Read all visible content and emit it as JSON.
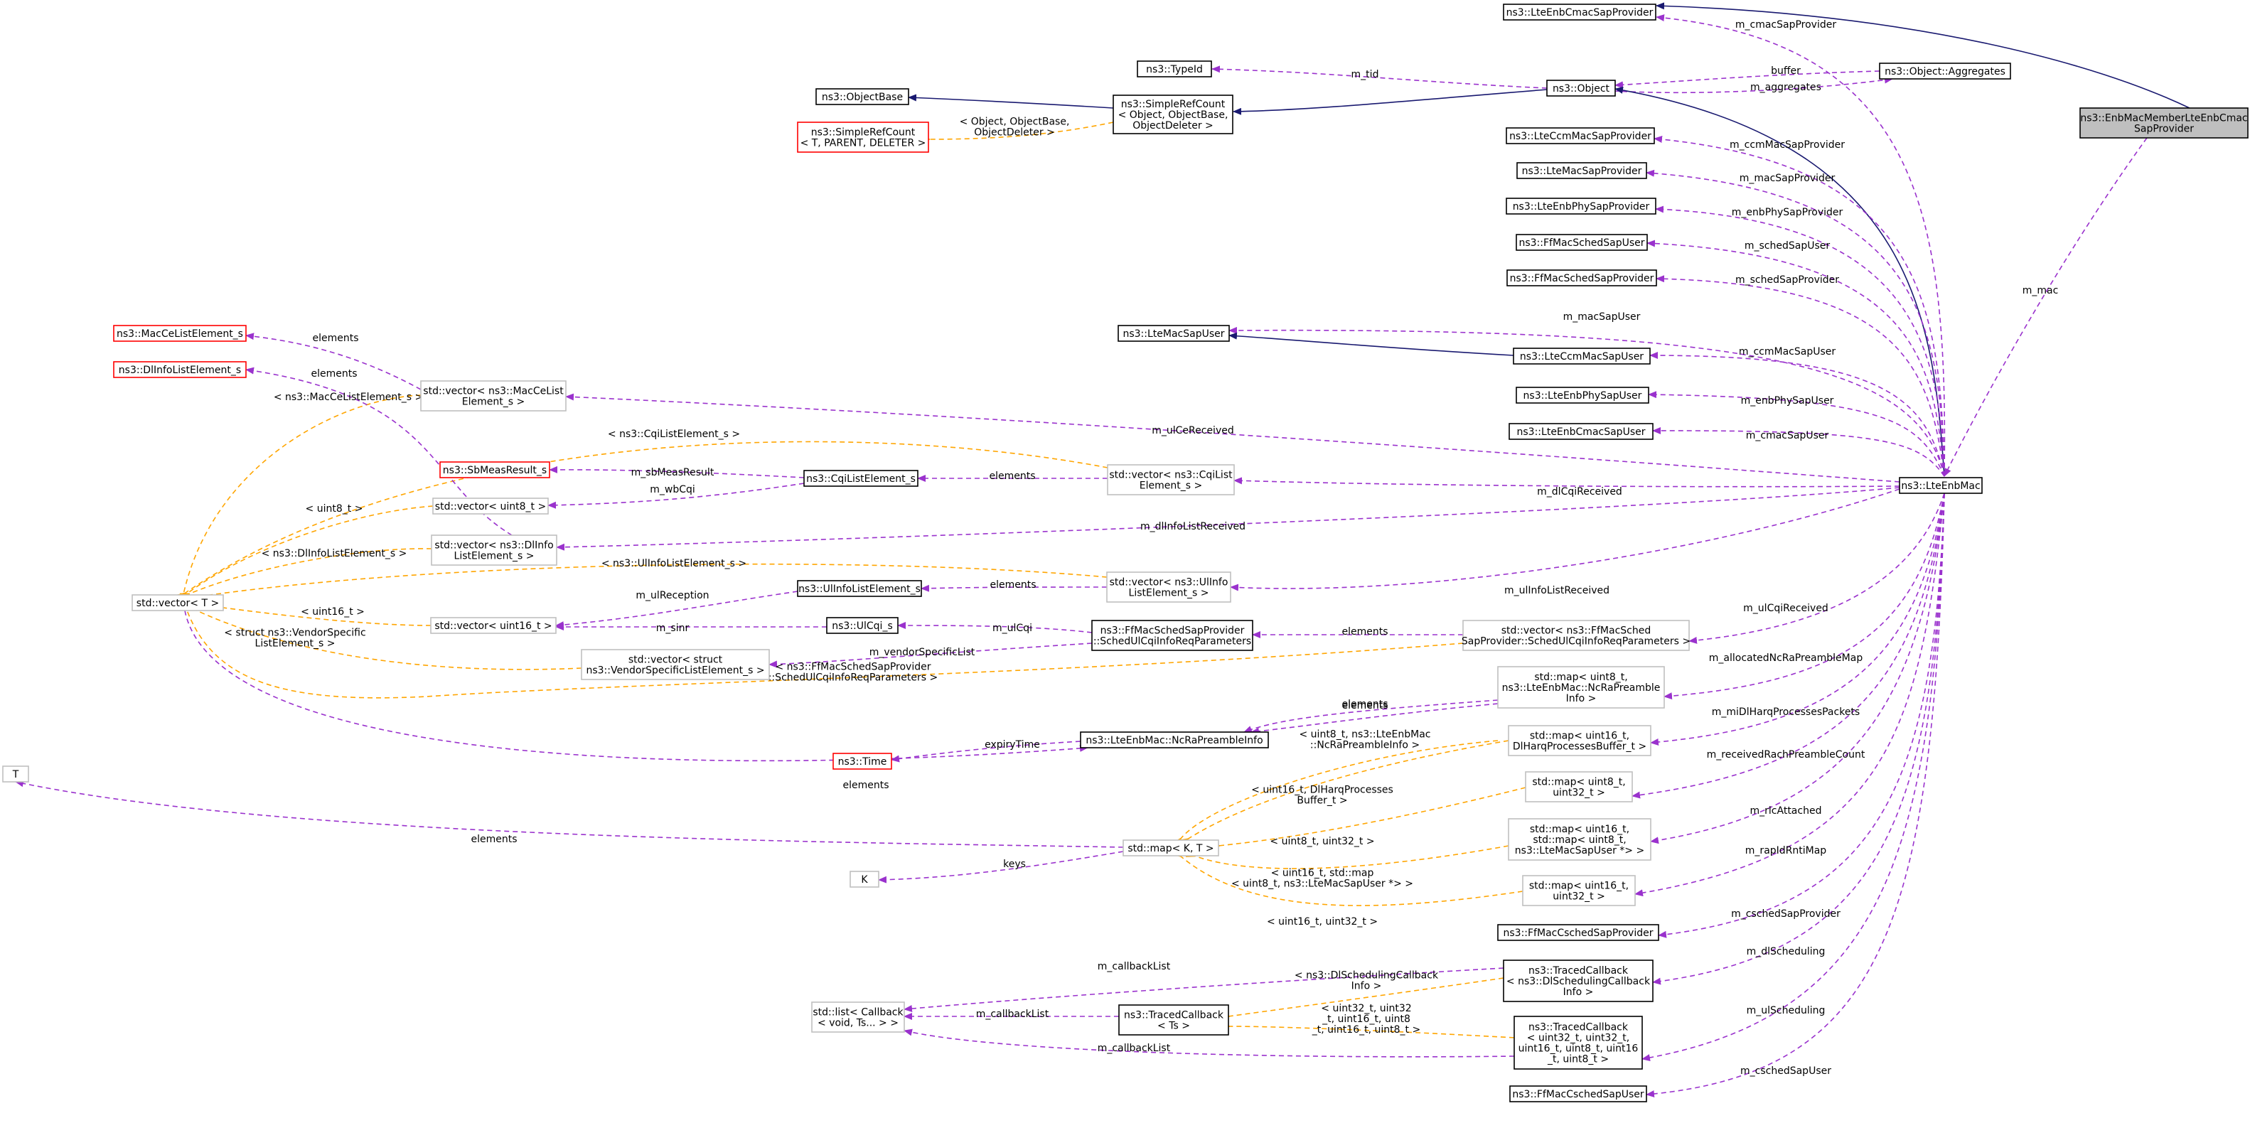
{
  "colors": {
    "usage": "#9a32cd",
    "template": "#ffa500",
    "inherit": "#191970",
    "node_border": "#000000",
    "grey_border": "#bfbfbf",
    "red_border": "#ff0000",
    "highlight_fill": "#bfbfbf"
  },
  "nodes": [
    {
      "id": "enbmember",
      "lines": [
        "ns3::EnbMacMemberLteEnbCmac",
        "SapProvider"
      ],
      "style": "highlight"
    },
    {
      "id": "ltecmacsapprov",
      "lines": [
        "ns3::LteEnbCmacSapProvider"
      ],
      "style": "black"
    },
    {
      "id": "aggregates",
      "lines": [
        "ns3::Object::Aggregates"
      ],
      "style": "black"
    },
    {
      "id": "typeid",
      "lines": [
        "ns3::TypeId"
      ],
      "style": "black"
    },
    {
      "id": "object",
      "lines": [
        "ns3::Object"
      ],
      "style": "black"
    },
    {
      "id": "objectbase",
      "lines": [
        "ns3::ObjectBase"
      ],
      "style": "black"
    },
    {
      "id": "srcobj",
      "lines": [
        "ns3::SimpleRefCount",
        "< Object, ObjectBase,",
        "ObjectDeleter >"
      ],
      "style": "black"
    },
    {
      "id": "srctpl",
      "lines": [
        "ns3::SimpleRefCount",
        "< T, PARENT, DELETER >"
      ],
      "style": "red"
    },
    {
      "id": "ccmmacsapprov",
      "lines": [
        "ns3::LteCcmMacSapProvider"
      ],
      "style": "black"
    },
    {
      "id": "macsapprov",
      "lines": [
        "ns3::LteMacSapProvider"
      ],
      "style": "black"
    },
    {
      "id": "enbphysapprov",
      "lines": [
        "ns3::LteEnbPhySapProvider"
      ],
      "style": "black"
    },
    {
      "id": "ffschedsapuser",
      "lines": [
        "ns3::FfMacSchedSapUser"
      ],
      "style": "black"
    },
    {
      "id": "ffschedsapprov",
      "lines": [
        "ns3::FfMacSchedSapProvider"
      ],
      "style": "black"
    },
    {
      "id": "macsapuser",
      "lines": [
        "ns3::LteMacSapUser"
      ],
      "style": "black"
    },
    {
      "id": "ccmmacsapuser",
      "lines": [
        "ns3::LteCcmMacSapUser"
      ],
      "style": "black"
    },
    {
      "id": "enbphysapuser",
      "lines": [
        "ns3::LteEnbPhySapUser"
      ],
      "style": "black"
    },
    {
      "id": "enbcmacsapuser",
      "lines": [
        "ns3::LteEnbCmacSapUser"
      ],
      "style": "black"
    },
    {
      "id": "lteenbmac",
      "lines": [
        "ns3::LteEnbMac"
      ],
      "style": "black"
    },
    {
      "id": "macce",
      "lines": [
        "ns3::MacCeListElement_s"
      ],
      "style": "red"
    },
    {
      "id": "dlinfo",
      "lines": [
        "ns3::DlInfoListElement_s"
      ],
      "style": "red"
    },
    {
      "id": "vecmacce",
      "lines": [
        "std::vector< ns3::MacCeList",
        "Element_s >"
      ],
      "style": "grey"
    },
    {
      "id": "sbmeas",
      "lines": [
        "ns3::SbMeasResult_s"
      ],
      "style": "red"
    },
    {
      "id": "cqilist",
      "lines": [
        "ns3::CqiListElement_s"
      ],
      "style": "black"
    },
    {
      "id": "veccqi",
      "lines": [
        "std::vector< ns3::CqiList",
        "Element_s >"
      ],
      "style": "grey"
    },
    {
      "id": "vecuint8",
      "lines": [
        "std::vector< uint8_t >"
      ],
      "style": "grey"
    },
    {
      "id": "vecdlinfo",
      "lines": [
        "std::vector< ns3::DlInfo",
        "ListElement_s >"
      ],
      "style": "grey"
    },
    {
      "id": "vecT",
      "lines": [
        "std::vector< T >"
      ],
      "style": "grey"
    },
    {
      "id": "ulinfo",
      "lines": [
        "ns3::UlInfoListElement_s"
      ],
      "style": "black"
    },
    {
      "id": "veculinfo",
      "lines": [
        "std::vector< ns3::UlInfo",
        "ListElement_s >"
      ],
      "style": "grey"
    },
    {
      "id": "vecuint16",
      "lines": [
        "std::vector< uint16_t >"
      ],
      "style": "grey"
    },
    {
      "id": "ulcqi",
      "lines": [
        "ns3::UlCqi_s"
      ],
      "style": "black"
    },
    {
      "id": "schedulcqi",
      "lines": [
        "ns3::FfMacSchedSapProvider",
        "::SchedUlCqiInfoReqParameters"
      ],
      "style": "black"
    },
    {
      "id": "vecschedulcqi",
      "lines": [
        "std::vector< ns3::FfMacSched",
        "SapProvider::SchedUlCqiInfoReqParameters >"
      ],
      "style": "grey"
    },
    {
      "id": "vecvendor",
      "lines": [
        "std::vector< struct",
        "ns3::VendorSpecificListElement_s >"
      ],
      "style": "grey"
    },
    {
      "id": "mapncra",
      "lines": [
        "std::map< uint8_t,",
        "ns3::LteEnbMac::NcRaPreamble",
        "Info >"
      ],
      "style": "grey"
    },
    {
      "id": "Tnode",
      "lines": [
        "T"
      ],
      "style": "grey"
    },
    {
      "id": "ncrainfo",
      "lines": [
        "ns3::LteEnbMac::NcRaPreambleInfo"
      ],
      "style": "black"
    },
    {
      "id": "time",
      "lines": [
        "ns3::Time"
      ],
      "style": "red"
    },
    {
      "id": "mapdlharq",
      "lines": [
        "std::map< uint16_t,",
        "DlHarqProcessesBuffer_t >"
      ],
      "style": "grey"
    },
    {
      "id": "mapu8u32",
      "lines": [
        "std::map< uint8_t,",
        "uint32_t >"
      ],
      "style": "grey"
    },
    {
      "id": "mapKT",
      "lines": [
        "std::map< K, T >"
      ],
      "style": "grey"
    },
    {
      "id": "mapu16map",
      "lines": [
        "std::map< uint16_t,",
        "std::map< uint8_t,",
        "ns3::LteMacSapUser *> >"
      ],
      "style": "grey"
    },
    {
      "id": "Knode",
      "lines": [
        "K"
      ],
      "style": "grey"
    },
    {
      "id": "mapu16u32",
      "lines": [
        "std::map< uint16_t,",
        "uint32_t >"
      ],
      "style": "grey"
    },
    {
      "id": "ffcschedprov",
      "lines": [
        "ns3::FfMacCschedSapProvider"
      ],
      "style": "black"
    },
    {
      "id": "tcbdl",
      "lines": [
        "ns3::TracedCallback",
        "< ns3::DlSchedulingCallback",
        "Info >"
      ],
      "style": "black"
    },
    {
      "id": "listcb",
      "lines": [
        "std::list< Callback",
        "< void, Ts... > >"
      ],
      "style": "grey"
    },
    {
      "id": "tcbts",
      "lines": [
        "ns3::TracedCallback",
        "< Ts >"
      ],
      "style": "black"
    },
    {
      "id": "tcbul",
      "lines": [
        "ns3::TracedCallback",
        "< uint32_t, uint32_t,",
        "uint16_t, uint8_t, uint16",
        "_t, uint8_t >"
      ],
      "style": "black"
    },
    {
      "id": "ffcschedsapuser",
      "lines": [
        "ns3::FfMacCschedSapUser"
      ],
      "style": "black"
    }
  ],
  "edges": [
    {
      "label": [
        "m_mac"
      ],
      "kind": "usage"
    },
    {
      "label": [],
      "kind": "inherit"
    },
    {
      "label": [
        "m_cmacSapProvider"
      ],
      "kind": "usage"
    },
    {
      "label": [
        "buffer"
      ],
      "kind": "usage"
    },
    {
      "label": [
        "m_aggregates"
      ],
      "kind": "usage"
    },
    {
      "label": [
        "m_tid"
      ],
      "kind": "usage"
    },
    {
      "label": [],
      "kind": "inherit"
    },
    {
      "label": [],
      "kind": "inherit"
    },
    {
      "label": [
        "< Object, ObjectBase,",
        "ObjectDeleter >"
      ],
      "kind": "template"
    },
    {
      "label": [],
      "kind": "inherit"
    },
    {
      "label": [
        "m_ccmMacSapProvider"
      ],
      "kind": "usage"
    },
    {
      "label": [
        "m_macSapProvider"
      ],
      "kind": "usage"
    },
    {
      "label": [
        "m_enbPhySapProvider"
      ],
      "kind": "usage"
    },
    {
      "label": [
        "m_schedSapUser"
      ],
      "kind": "usage"
    },
    {
      "label": [
        "m_schedSapProvider"
      ],
      "kind": "usage"
    },
    {
      "label": [
        "m_macSapUser"
      ],
      "kind": "usage"
    },
    {
      "label": [],
      "kind": "inherit"
    },
    {
      "label": [
        "m_ccmMacSapUser"
      ],
      "kind": "usage"
    },
    {
      "label": [
        "m_enbPhySapUser"
      ],
      "kind": "usage"
    },
    {
      "label": [
        "m_cmacSapUser"
      ],
      "kind": "usage"
    },
    {
      "label": [
        "m_ulCeReceived"
      ],
      "kind": "usage"
    },
    {
      "label": [
        "elements"
      ],
      "kind": "usage"
    },
    {
      "label": [
        "< ns3::MacCeListElement_s >"
      ],
      "kind": "template"
    },
    {
      "label": [
        "m_dlCqiReceived"
      ],
      "kind": "usage"
    },
    {
      "label": [
        "elements"
      ],
      "kind": "usage"
    },
    {
      "label": [
        "m_sbMeasResult"
      ],
      "kind": "usage"
    },
    {
      "label": [
        "m_wbCqi"
      ],
      "kind": "usage"
    },
    {
      "label": [
        "< ns3::CqiListElement_s >"
      ],
      "kind": "template"
    },
    {
      "label": [
        "< uint8_t >"
      ],
      "kind": "template"
    },
    {
      "label": [
        "m_dlInfoListReceived"
      ],
      "kind": "usage"
    },
    {
      "label": [
        "elements"
      ],
      "kind": "usage"
    },
    {
      "label": [
        "< ns3::DlInfoListElement_s >"
      ],
      "kind": "template"
    },
    {
      "label": [
        "m_ulInfoListReceived"
      ],
      "kind": "usage"
    },
    {
      "label": [
        "elements"
      ],
      "kind": "usage"
    },
    {
      "label": [
        "m_ulReception"
      ],
      "kind": "usage"
    },
    {
      "label": [
        "< ns3::UlInfoListElement_s >"
      ],
      "kind": "template"
    },
    {
      "label": [
        "< uint16_t >"
      ],
      "kind": "template"
    },
    {
      "label": [
        "m_sinr"
      ],
      "kind": "usage"
    },
    {
      "label": [
        "m_ulCqi"
      ],
      "kind": "usage"
    },
    {
      "label": [
        "m_vendorSpecificList"
      ],
      "kind": "usage"
    },
    {
      "label": [
        "< struct ns3::VendorSpecific",
        "ListElement_s >"
      ],
      "kind": "template"
    },
    {
      "label": [
        "m_ulCqiReceived"
      ],
      "kind": "usage"
    },
    {
      "label": [
        "elements"
      ],
      "kind": "usage"
    },
    {
      "label": [
        "< ns3::FfMacSchedSapProvider",
        "::SchedUlCqiInfoReqParameters >"
      ],
      "kind": "template"
    },
    {
      "label": [
        "elements"
      ],
      "kind": "usage"
    },
    {
      "label": [
        "m_allocatedNcRaPreambleMap"
      ],
      "kind": "usage"
    },
    {
      "label": [
        "elements"
      ],
      "kind": "usage"
    },
    {
      "label": [
        "expiryTime"
      ],
      "kind": "usage"
    },
    {
      "label": [
        "< uint8_t, ns3::LteEnbMac",
        "::NcRaPreambleInfo >"
      ],
      "kind": "template"
    },
    {
      "label": [
        "m_miDlHarqProcessesPackets"
      ],
      "kind": "usage"
    },
    {
      "label": [
        "< uint16_t, DlHarqProcesses",
        "Buffer_t >"
      ],
      "kind": "template"
    },
    {
      "label": [
        "m_receivedRachPreambleCount"
      ],
      "kind": "usage"
    },
    {
      "label": [
        "< uint8_t, uint32_t >"
      ],
      "kind": "template"
    },
    {
      "label": [
        "m_rlcAttached"
      ],
      "kind": "usage"
    },
    {
      "label": [
        "< uint16_t, std::map",
        "< uint8_t, ns3::LteMacSapUser *> >"
      ],
      "kind": "template"
    },
    {
      "label": [
        "m_rapIdRntiMap"
      ],
      "kind": "usage"
    },
    {
      "label": [
        "< uint16_t, uint32_t >"
      ],
      "kind": "template"
    },
    {
      "label": [
        "elements"
      ],
      "kind": "usage"
    },
    {
      "label": [
        "keys"
      ],
      "kind": "usage"
    },
    {
      "label": [
        "m_cschedSapProvider"
      ],
      "kind": "usage"
    },
    {
      "label": [
        "m_dlScheduling"
      ],
      "kind": "usage"
    },
    {
      "label": [
        "m_callbackList"
      ],
      "kind": "usage"
    },
    {
      "label": [
        "< ns3::DlSchedulingCallback",
        "Info >"
      ],
      "kind": "template"
    },
    {
      "label": [
        "m_callbackList"
      ],
      "kind": "usage"
    },
    {
      "label": [
        "m_ulScheduling"
      ],
      "kind": "usage"
    },
    {
      "label": [
        "m_callbackList"
      ],
      "kind": "usage"
    },
    {
      "label": [
        "< uint32_t, uint32",
        "_t, uint16_t, uint8",
        "_t, uint16_t, uint8_t >"
      ],
      "kind": "template"
    },
    {
      "label": [
        "m_cschedSapUser"
      ],
      "kind": "usage"
    },
    {
      "label": [
        "elements"
      ],
      "kind": "usage"
    }
  ]
}
